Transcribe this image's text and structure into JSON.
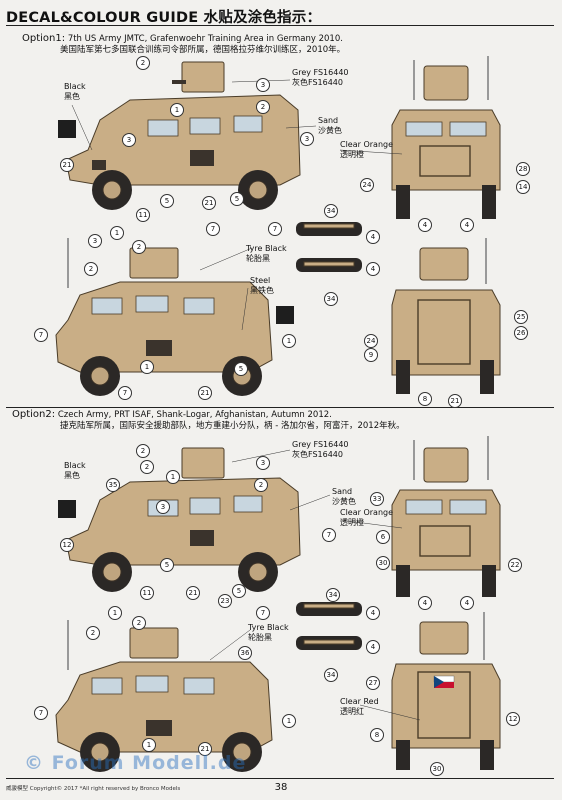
{
  "header": {
    "title": "DECAL&COLOUR GUIDE 水贴及涂色指示："
  },
  "option1": {
    "label": "Option1:",
    "line1": "7th US Army JMTC, Grafenwoehr Training Area in Germany 2010.",
    "line2": "美国陆军第七多国联合训练司令部所属，德国格拉芬维尔训练区，2010年。"
  },
  "option2": {
    "label": "Option2:",
    "line1": "Czech Army, PRT ISAF, Shank-Logar, Afghanistan, Autumn 2012.",
    "line2": "捷克陆军所属，国际安全援助部队，地方重建小分队，柄 - 洛加尔省，阿富汗，2012年秋。"
  },
  "colors": {
    "grey": "Grey FS16440",
    "grey_cn": "灰色FS16440",
    "sand": "Sand",
    "sand_cn": "沙黄色",
    "clear_orange": "Clear Orange",
    "clear_orange_cn": "透明橙",
    "black": "Black",
    "black_cn": "黑色",
    "tyre_black": "Tyre Black",
    "tyre_black_cn": "轮胎黑",
    "steel": "Steel",
    "steel_cn": "黑铁色",
    "clear_red": "Clear Red",
    "clear_red_cn": "透明红"
  },
  "numbers": {
    "n1": "1",
    "n2": "2",
    "n3": "3",
    "n4": "4",
    "n5": "5",
    "n6": "6",
    "n7": "7",
    "n8": "8",
    "n9": "9",
    "n11": "11",
    "n12": "12",
    "n14": "14",
    "n21": "21",
    "n22": "22",
    "n23": "23",
    "n24": "24",
    "n25": "25",
    "n26": "26",
    "n27": "27",
    "n28": "28",
    "n30": "30",
    "n33": "33",
    "n34": "34",
    "n35": "35",
    "n36": "36"
  },
  "footer": {
    "copyright": "威骏模型 Copyright© 2017 *All right reserved by Bronco Models",
    "page_number": "38",
    "watermark": "© Forum Modell.de"
  },
  "palette": {
    "sand": "#c9ae86",
    "dark": "#3a332c",
    "glass": "#c8d6df",
    "background": "#f2f1ee"
  }
}
